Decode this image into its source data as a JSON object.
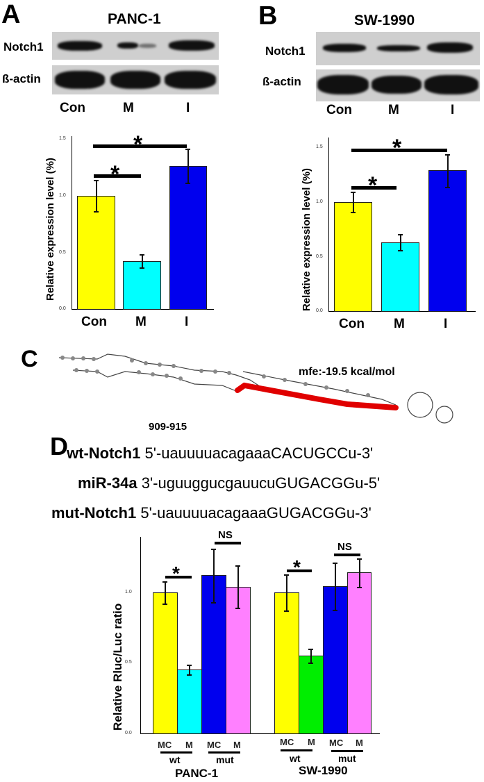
{
  "panels": {
    "A": {
      "label": "A",
      "title": "PANC-1",
      "blot_rows": [
        "Notch1",
        "ß-actin"
      ],
      "lanes": [
        "Con",
        "M",
        "I"
      ]
    },
    "B": {
      "label": "B",
      "title": "SW-1990",
      "blot_rows": [
        "Notch1",
        "ß-actin"
      ],
      "lanes": [
        "Con",
        "M",
        "I"
      ]
    },
    "C": {
      "label": "C",
      "annotation": "mfe:-19.5 kcal/mol"
    },
    "D": {
      "label": "D",
      "position": "909-915",
      "sequences": [
        {
          "name": "wt-Notch1",
          "seq": "5'-uauuuuacagaaaCACUGCCu-3'"
        },
        {
          "name": "miR-34a",
          "seq": "3'-uguuggucgauucuGUGACGGu-5'"
        },
        {
          "name": "mut-Notch1",
          "seq": "5'-uauuuuacagaaaGUGACGGu-3'"
        }
      ],
      "groups": {
        "sub": [
          "MC",
          "M",
          "MC",
          "M"
        ],
        "constructs": [
          "wt",
          "mut"
        ],
        "cells": [
          "PANC-1",
          "SW-1990"
        ]
      },
      "sig": [
        "*",
        "NS"
      ]
    }
  },
  "colors": {
    "yellow": "#ffff00",
    "cyan": "#00ffff",
    "blue": "#0000ee",
    "green": "#00ee00",
    "pink": "#ff80ff"
  },
  "chart_data": [
    {
      "type": "bar",
      "title": "PANC-1",
      "categories": [
        "Con",
        "M",
        "I"
      ],
      "values": [
        1.0,
        0.42,
        1.26
      ],
      "errors": [
        0.14,
        0.06,
        0.15
      ],
      "ylabel": "Relative expression level (%)",
      "ylim": [
        0,
        1.5
      ],
      "yticks": [
        "0.0",
        "0.5",
        "1.0",
        "1.5"
      ],
      "annotations": [
        "* Con vs M",
        "* Con vs I"
      ]
    },
    {
      "type": "bar",
      "title": "SW-1990",
      "categories": [
        "Con",
        "M",
        "I"
      ],
      "values": [
        1.0,
        0.63,
        1.29
      ],
      "errors": [
        0.09,
        0.08,
        0.15
      ],
      "ylabel": "Relative expression level (%)",
      "ylim": [
        0,
        1.5
      ],
      "yticks": [
        "0.0",
        "0.5",
        "1.0",
        "1.5"
      ],
      "annotations": [
        "* Con vs M",
        "* Con vs I"
      ]
    },
    {
      "type": "bar",
      "title": "",
      "ylabel": "Relative Rluc/Luc ratio",
      "yticks": [
        "0.0",
        "0.5",
        "1.0"
      ],
      "ylim": [
        0,
        1.35
      ],
      "categories": [
        "PANC-1 wt MC",
        "PANC-1 wt M",
        "PANC-1 mut MC",
        "PANC-1 mut M",
        "SW-1990 wt MC",
        "SW-1990 wt M",
        "SW-1990 mut MC",
        "SW-1990 mut M"
      ],
      "values": [
        1.0,
        0.45,
        1.13,
        1.05,
        1.0,
        0.55,
        1.05,
        1.15
      ],
      "errors": [
        0.08,
        0.04,
        0.19,
        0.15,
        0.13,
        0.05,
        0.17,
        0.1
      ],
      "annotations": [
        "PANC-1 wt: *",
        "PANC-1 mut: NS",
        "SW-1990 wt: *",
        "SW-1990 mut: NS"
      ]
    }
  ]
}
